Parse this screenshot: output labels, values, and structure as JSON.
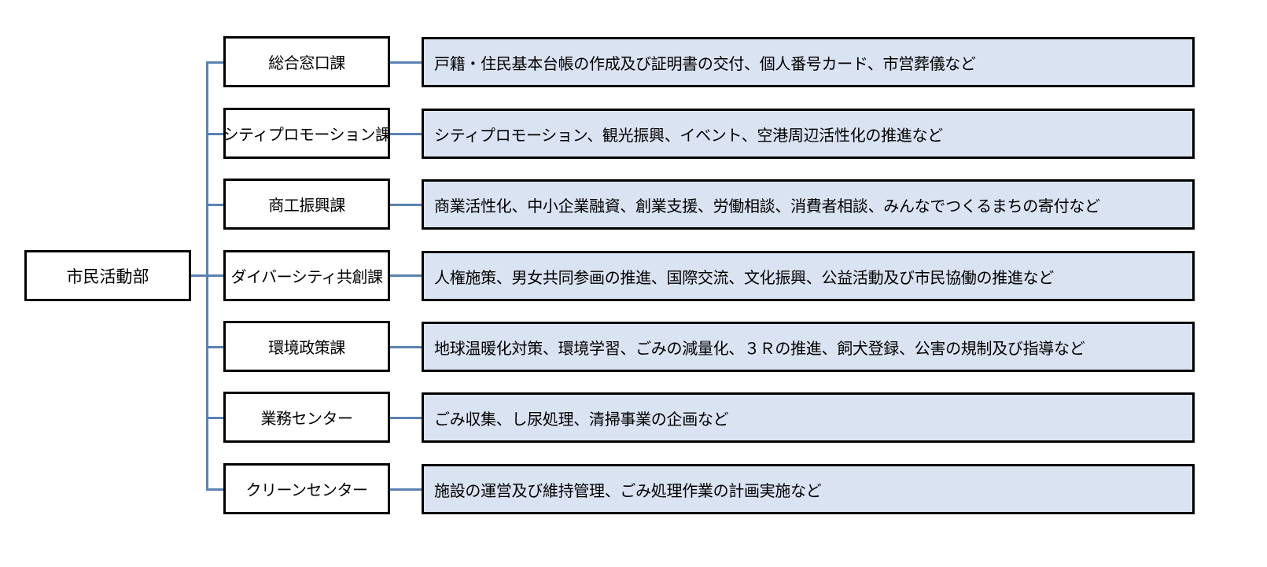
{
  "diagram": {
    "root": "市民活動部",
    "line_color": "#5b82b2",
    "box_fill_color": "#dae3f2",
    "divisions": [
      {
        "name": "総合窓口課",
        "description": "戸籍・住民基本台帳の作成及び証明書の交付、個人番号カード、市営葬儀など"
      },
      {
        "name": "シティプロモーション課",
        "description": "シティプロモーション、観光振興、イベント、空港周辺活性化の推進など"
      },
      {
        "name": "商工振興課",
        "description": "商業活性化、中小企業融資、創業支援、労働相談、消費者相談、みんなでつくるまちの寄付など"
      },
      {
        "name": "ダイバーシティ共創課",
        "description": "人権施策、男女共同参画の推進、国際交流、文化振興、公益活動及び市民協働の推進など"
      },
      {
        "name": "環境政策課",
        "description": "地球温暖化対策、環境学習、ごみの減量化、３Ｒの推進、飼犬登録、公害の規制及び指導など"
      },
      {
        "name": "業務センター",
        "description": "ごみ収集、し尿処理、清掃事業の企画など"
      },
      {
        "name": "クリーンセンター",
        "description": "施設の運営及び維持管理、ごみ処理作業の計画実施など"
      }
    ]
  }
}
